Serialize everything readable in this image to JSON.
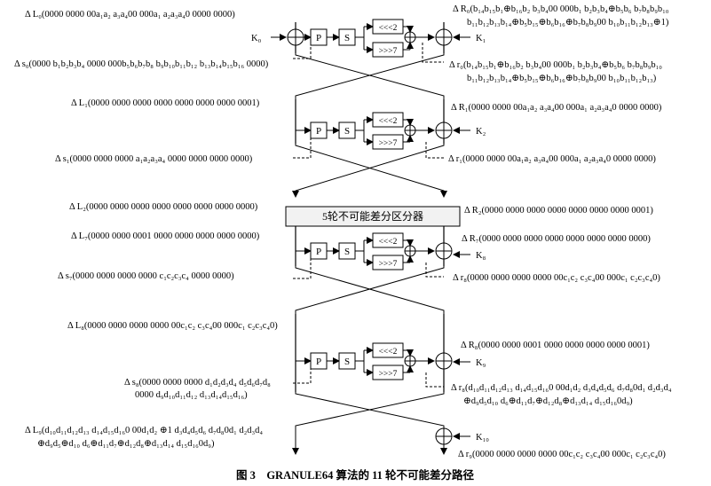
{
  "caption": "图 3　GRANULE64 算法的 11 轮不可能差分路径",
  "banner": "5轮不可能差分区分器",
  "labels": {
    "L0": "Δ L₀(0000 0000 00a₁a₂ a₃a₄00 000a₁ a₂a₃a₄0 0000 0000)",
    "s0": "Δ s₀(0000 b₁b₂b₃b₄ 0000 000b₅b₆b₇b₈ b₉b₁₀b₁₁b₁₂ b₁₃b₁₄b₁₅b₁₆ 0000)",
    "R0a": "Δ R₀(b₁₄b₁₅b₁⊕b₁₆b₂ b₃b₄00 000b₁ b₂b₃b₄⊕b₅b₆ b₇b₈b₉b₁₀",
    "R0b": "b₁₁b₁₂b₁₃b₁₄⊕b₅b₁₅⊕b₆b₁₆⊕b₇b₈b₉00 b₁₀b₁₁b₁₂b₁₃⊕1)",
    "r0a": "Δ r₀(b₁₄b₁₅b₁⊕b₁₆b₂ b₃b₄00 000b₁ b₂b₃b₄⊕b₅b₆ b₇b₈b₉b₁₀",
    "r0b": "b₁₁b₁₂b₁₃b₁₄⊕b₅b₁₅⊕b₆b₁₆⊕b₇b₈b₉00 b₁₀b₁₁b₁₂b₁₃)",
    "L1": "Δ L₁(0000 0000 0000 0000 0000 0000 0000 0001)",
    "R1": "Δ R₁(0000 0000 00a₁a₂ a₃a₄00 000a₁ a₂a₃a₄0 0000 0000)",
    "s1": "Δ s₁(0000 0000 0000 a₁a₂a₃a₄ 0000 0000 0000 0000)",
    "r1": "Δ r₁(0000 0000 00a₁a₂ a₃a₄00 000a₁ a₂a₃a₄0 0000 0000)",
    "L2": "Δ L₂(0000 0000 0000 0000 0000 0000 0000 0000)",
    "R2": "Δ R₂(0000 0000 0000 0000 0000 0000 0000 0001)",
    "L7": "Δ L₇(0000 0000 0001 0000 0000 0000 0000 0000)",
    "R7": "Δ R₇(0000 0000 0000 0000 0000 0000 0000 0000)",
    "s7": "Δ s₇(0000 0000 0000 0000 c₁c₂c₃c₄ 0000 0000)",
    "r8": "Δ r₈(0000 0000 0000 0000 00c₁c₂ c₃c₄00 000c₁ c₂c₃c₄0)",
    "L8": "Δ L₈(0000 0000 0000 0000 00c₁c₂ c₃c₄00 000c₁ c₂c₃c₄0)",
    "R8": "Δ R₈(0000 0000 0001 0000 0000 0000 0000 0001)",
    "s8a": "Δ s₈(0000 0000 0000 d₁d₂d₃d₄ d₅d₆d₇d₈",
    "s8b": "0000 d₉d₁₀d₁₁d₁₂ d₁₃d₁₄d₁₅d₁₆)",
    "r8ba": "Δ r₈(d₁₀d₁₁d₁₂d₁₃ d₁₄d₁₅d₁₆0 00d₁d₂ d₃d₄d₅d₆ d₇d₈0d₁ d₂d₃d₄",
    "r8bb": "⊕d₉d₅d₁₀ d₆⊕d₁₁d₇⊕d₁₂d₈⊕d₁₃d₁₄ d₁₅d₁₆0d₉)",
    "L9a": "Δ L₉(d₁₀d₁₁d₁₂d₁₃ d₁₄d₁₅d₁₆0 00d₁d₂ ⊕1 d₃d₄d₅d₆ d₇d₈0d₁ d₂d₃d₄",
    "L9b": "⊕d₉d₅⊕d₁₀ d₆⊕d₁₁d₇⊕d₁₂d₈⊕d₁₃d₁₄ d₁₅d₁₆0d₉)",
    "r9": "Δ r₉(0000 0000 0000 0000 00c₁c₂ c₃c₄00 000c₁ c₂c₃c₄0)"
  },
  "keys": {
    "K0": "K₀",
    "K1": "K₁",
    "K2": "K₂",
    "K8": "K₈",
    "K9": "K₉",
    "K10": "K₁₀"
  },
  "boxes": {
    "P": "P",
    "S": "S",
    "rotl": "<<<2",
    "rotr": ">>>7"
  }
}
